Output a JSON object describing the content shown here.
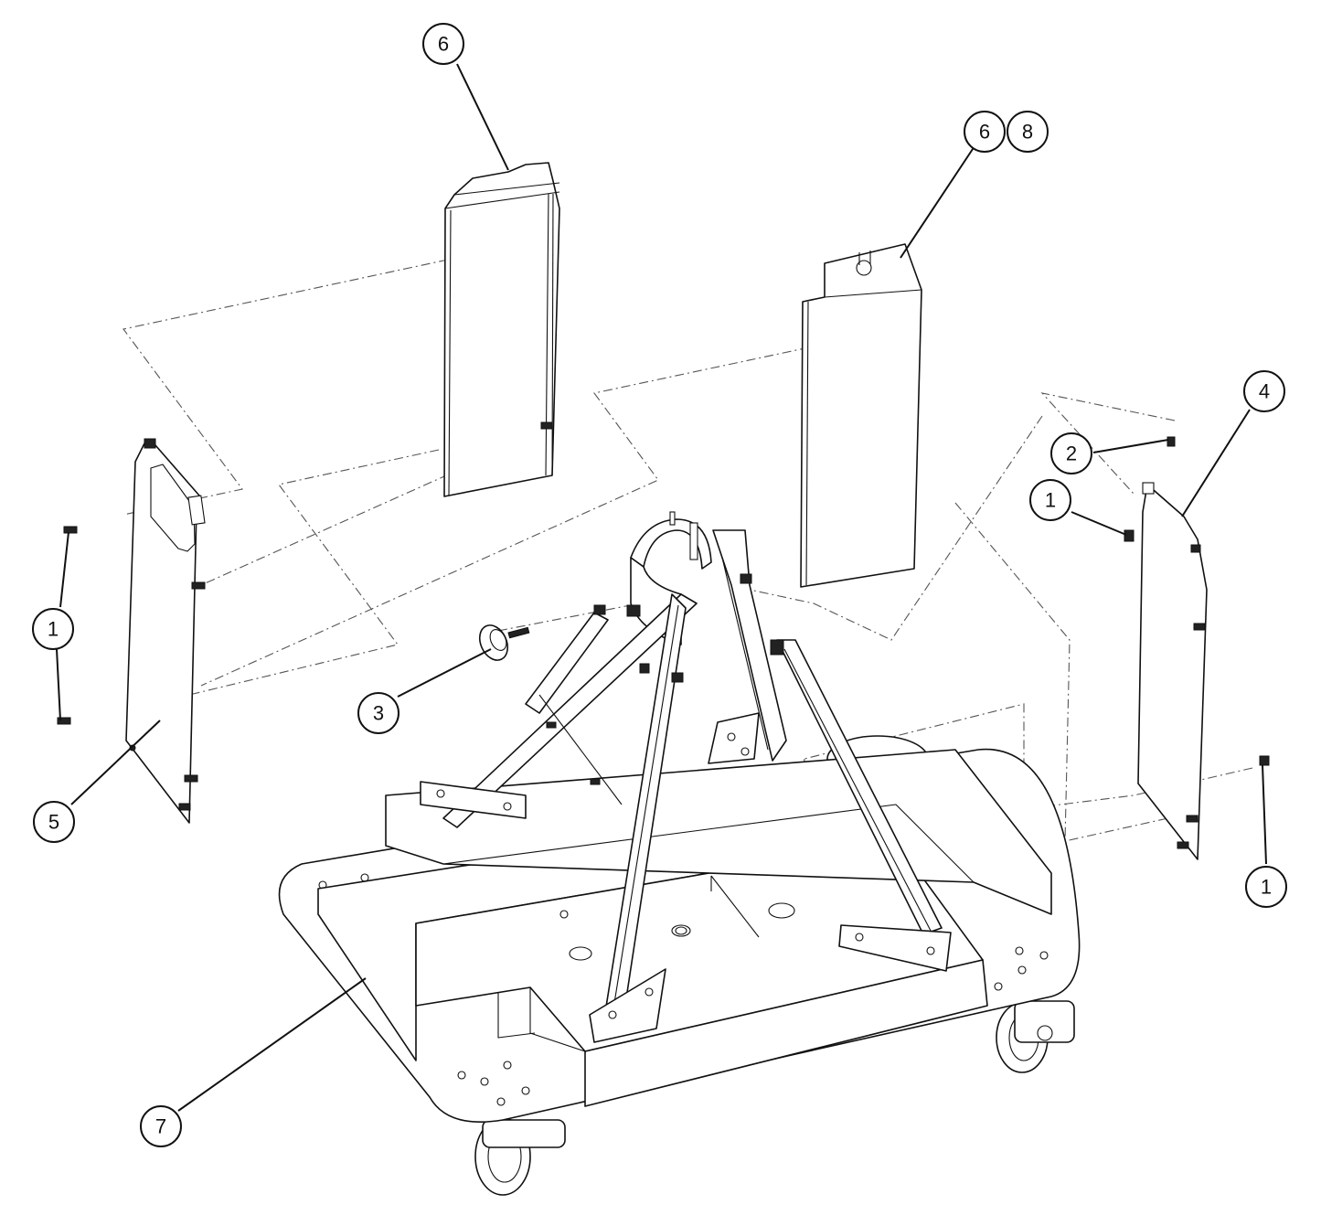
{
  "diagram": {
    "balloons": {
      "b6_top": "6",
      "b6_right": "6",
      "b8": "8",
      "b4": "4",
      "b2": "2",
      "b1_right_upper": "1",
      "b1_left": "1",
      "b3": "3",
      "b5": "5",
      "b1_right_lower": "1",
      "b7": "7"
    }
  }
}
